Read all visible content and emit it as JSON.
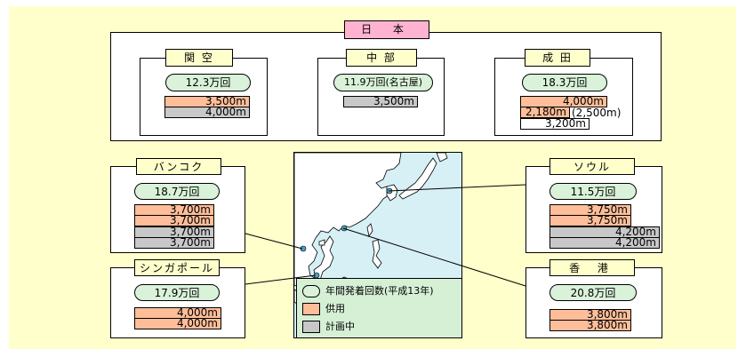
{
  "japan": {
    "title": "日 本",
    "kansai": {
      "title": "関 空",
      "count": "12.3万回",
      "runways": [
        "3,500m",
        "4,000m"
      ]
    },
    "chubu": {
      "title": "中 部",
      "count": "11.9万回(名古屋)",
      "runways": [
        "3,500m"
      ]
    },
    "narita": {
      "title": "成 田",
      "count": "18.3万回",
      "runways": [
        "4,000m",
        "2,180m",
        "3,200m"
      ],
      "note": "(2,500m)"
    }
  },
  "bangkok": {
    "title": "バンコク",
    "count": "18.7万回",
    "runways": [
      "3,700m",
      "3,700m",
      "3,700m",
      "3,700m"
    ]
  },
  "singapore": {
    "title": "シンガポール",
    "count": "17.9万回",
    "runways": [
      "4,000m",
      "4,000m"
    ]
  },
  "seoul": {
    "title": "ソウル",
    "count": "11.5万回",
    "runways": [
      "3,750m",
      "3,750m",
      "4,200m",
      "4,200m"
    ]
  },
  "hongkong": {
    "title": "香 港",
    "count": "20.8万回",
    "runways": [
      "3,800m",
      "3,800m"
    ]
  },
  "legend": {
    "annual": "年間発着回数(平成13年)",
    "in_use": "供用",
    "planned": "計画中"
  },
  "colors": {
    "background": "#ffffcc",
    "in_use": "#ffbe99",
    "planned": "#c8c8c8",
    "pill": "#d9f2d9",
    "japan_tag": "#ffb3d1",
    "sea": "#d6f0f5"
  }
}
